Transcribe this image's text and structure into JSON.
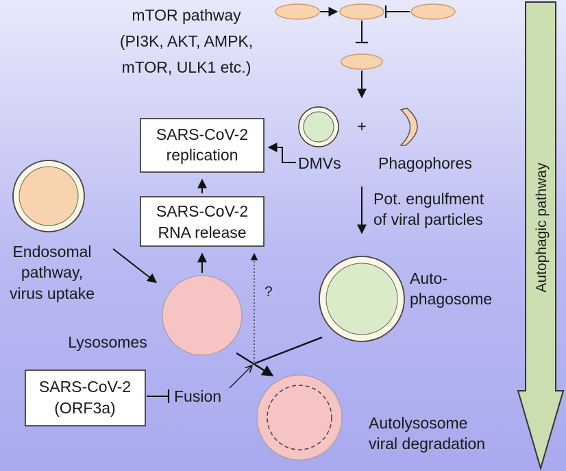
{
  "mtor": {
    "line1": "mTOR pathway",
    "line2": "(PI3K, AKT, AMPK,",
    "line3": "mTOR, ULK1 etc.)"
  },
  "replication_box": {
    "line1": "SARS-CoV-2",
    "line2": "replication"
  },
  "rna_release_box": {
    "line1": "SARS-CoV-2",
    "line2": "RNA release"
  },
  "orf3a_box": {
    "line1": "SARS-CoV-2",
    "line2": "(ORF3a)"
  },
  "labels": {
    "plus": "+",
    "dmvs": "DMVs",
    "phagophores": "Phagophores",
    "engulfment_line1": "Pot. engulfment",
    "engulfment_line2": "of viral particles",
    "endosomal_line1": "Endosomal",
    "endosomal_line2": "pathway,",
    "endosomal_line3": "virus uptake",
    "lysosomes": "Lysosomes",
    "autophagosome_line1": "Auto-",
    "autophagosome_line2": "phagosome",
    "question": "?",
    "fusion": "Fusion",
    "autolysosome_line1": "Autolysosome",
    "autolysosome_line2": "viral degradation"
  },
  "side_arrow": {
    "label": "Autophagic pathway"
  },
  "colors": {
    "peach": "#f9d3ae",
    "green": "#d9ebc8",
    "pink": "#f7c4c4",
    "cream": "#fbf7e3",
    "arrow_green": "#cadeb0"
  }
}
